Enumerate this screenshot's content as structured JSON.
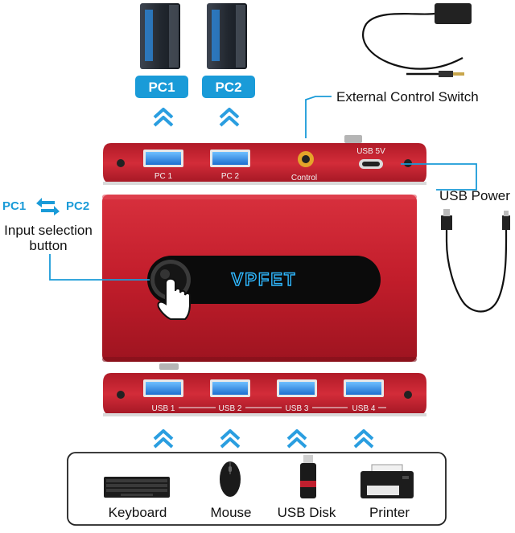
{
  "pc_labels": [
    "PC1",
    "PC2"
  ],
  "callouts": {
    "external_control": "External Control Switch",
    "usb_power": "USB Power",
    "input_pc1": "PC1",
    "input_pc2": "PC2",
    "input_line1": "Input selection",
    "input_line2": "button"
  },
  "top_panel": {
    "port1": "PC 1",
    "port2": "PC 2",
    "control": "Control",
    "usb5v": "USB 5V"
  },
  "brand": "VPFET",
  "bottom_panel": {
    "ports": [
      "USB 1",
      "USB 2",
      "USB 3",
      "USB 4"
    ]
  },
  "devices": [
    "Keyboard",
    "Mouse",
    "USB Disk",
    "Printer"
  ],
  "colors": {
    "accent_blue": "#1a9bd8",
    "device_red": "#c01f2e",
    "usb_blue": "#2f8fe0"
  }
}
